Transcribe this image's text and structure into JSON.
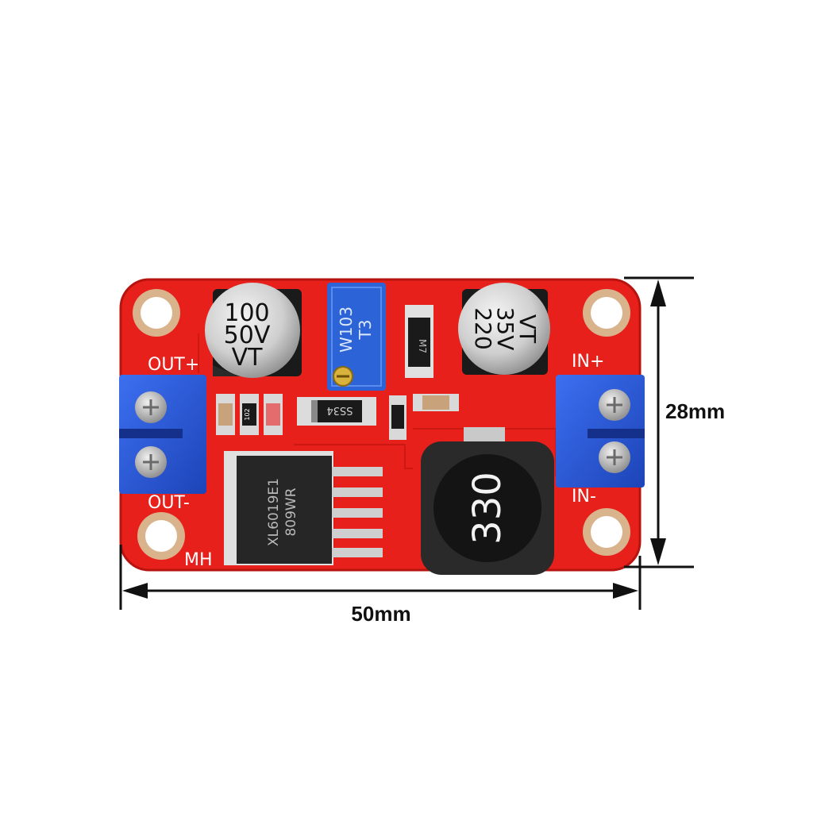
{
  "dimensions": {
    "width_label": "50mm",
    "height_label": "28mm"
  },
  "board": {
    "color": "#e8201c",
    "silkscreen": {
      "out_plus": "OUT+",
      "out_minus": "OUT-",
      "in_plus": "IN+",
      "in_minus": "IN-",
      "mh": "MH"
    },
    "capacitor_left": {
      "line1": "100",
      "line2": "50V",
      "line3": "VT"
    },
    "capacitor_right": {
      "line1": "VT",
      "line2": "35V",
      "line3": "220"
    },
    "potentiometer": {
      "line1": "W103",
      "line2": "T3"
    },
    "ic": {
      "line1": "XL6019E1",
      "line2": "809WR"
    },
    "inductor": {
      "label": "330"
    },
    "diode": {
      "label": "SS34"
    },
    "smd_marks": {
      "resistor_small": "102",
      "diode_small": "M7"
    },
    "terminal_color": "#2a5bd7"
  },
  "colors": {
    "ink": "#111111",
    "pcb_red": "#e8201c",
    "terminal_blue": "#2a5bd7"
  }
}
